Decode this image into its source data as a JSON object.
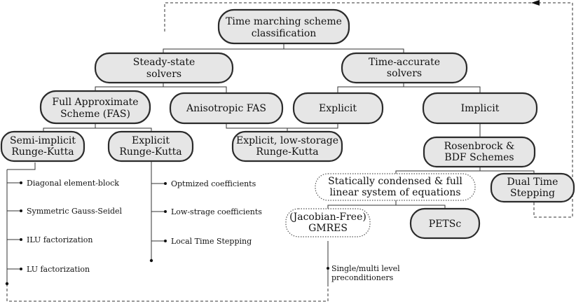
{
  "nodes": {
    "root": [
      "Time marching scheme",
      "classification"
    ],
    "steady": [
      "Steady-state",
      "solvers"
    ],
    "accurate": [
      "Time-accurate",
      "solvers"
    ],
    "fas": [
      "Full Approximate",
      "Scheme (FAS)"
    ],
    "aniso": [
      "Anisotropic FAS"
    ],
    "explicit": [
      "Explicit"
    ],
    "implicit": [
      "Implicit"
    ],
    "semi_rk": [
      "Semi-implicit",
      "Runge-Kutta"
    ],
    "exp_rk": [
      "Explicit",
      "Runge-Kutta"
    ],
    "low_storage": [
      "Explicit, low-storage",
      "Runge-Kutta"
    ],
    "rosenbrock": [
      "Rosenbrock &",
      "BDF Schemes"
    ],
    "static": [
      "Statically condensed & full",
      "linear system of equations"
    ],
    "dual": [
      "Dual Time",
      "Stepping"
    ],
    "gmres": [
      "(Jacobian-Free)",
      "GMRES"
    ],
    "petsc": [
      "PETSc"
    ]
  },
  "semi_rk_options": [
    "Diagonal element-block",
    "Symmetric Gauss-Seidel",
    "ILU factorization",
    "LU factorization"
  ],
  "exp_rk_options": [
    "Optmized coefficients",
    "Low-strage coefficients",
    "Local Time Stepping"
  ],
  "gmres_options": [
    "Single/multi level",
    "preconditioners"
  ]
}
